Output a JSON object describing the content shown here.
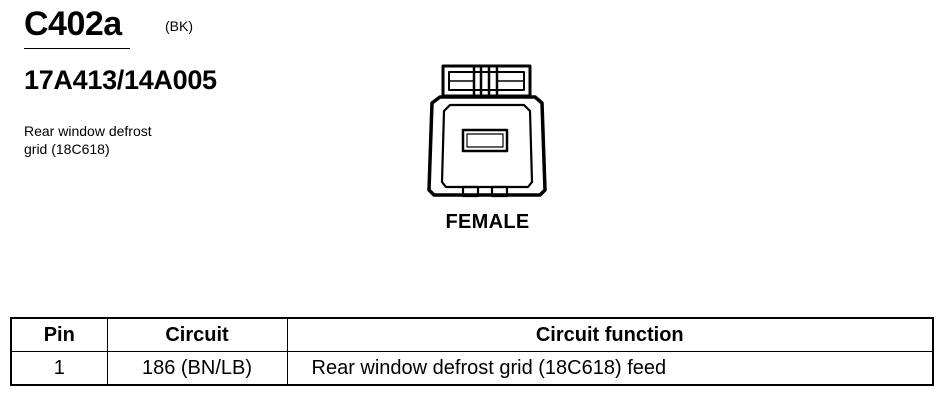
{
  "connector": {
    "id": "C402a",
    "color_code": "(BK)",
    "part_number": "17A413/14A005",
    "description": "Rear window defrost\ngrid (18C618)",
    "gender": "FEMALE"
  },
  "table": {
    "headers": {
      "pin": "Pin",
      "circuit": "Circuit",
      "function": "Circuit function"
    },
    "rows": [
      {
        "pin": "1",
        "circuit": "186 (BN/LB)",
        "function": "Rear window defrost grid (18C618) feed"
      }
    ]
  }
}
